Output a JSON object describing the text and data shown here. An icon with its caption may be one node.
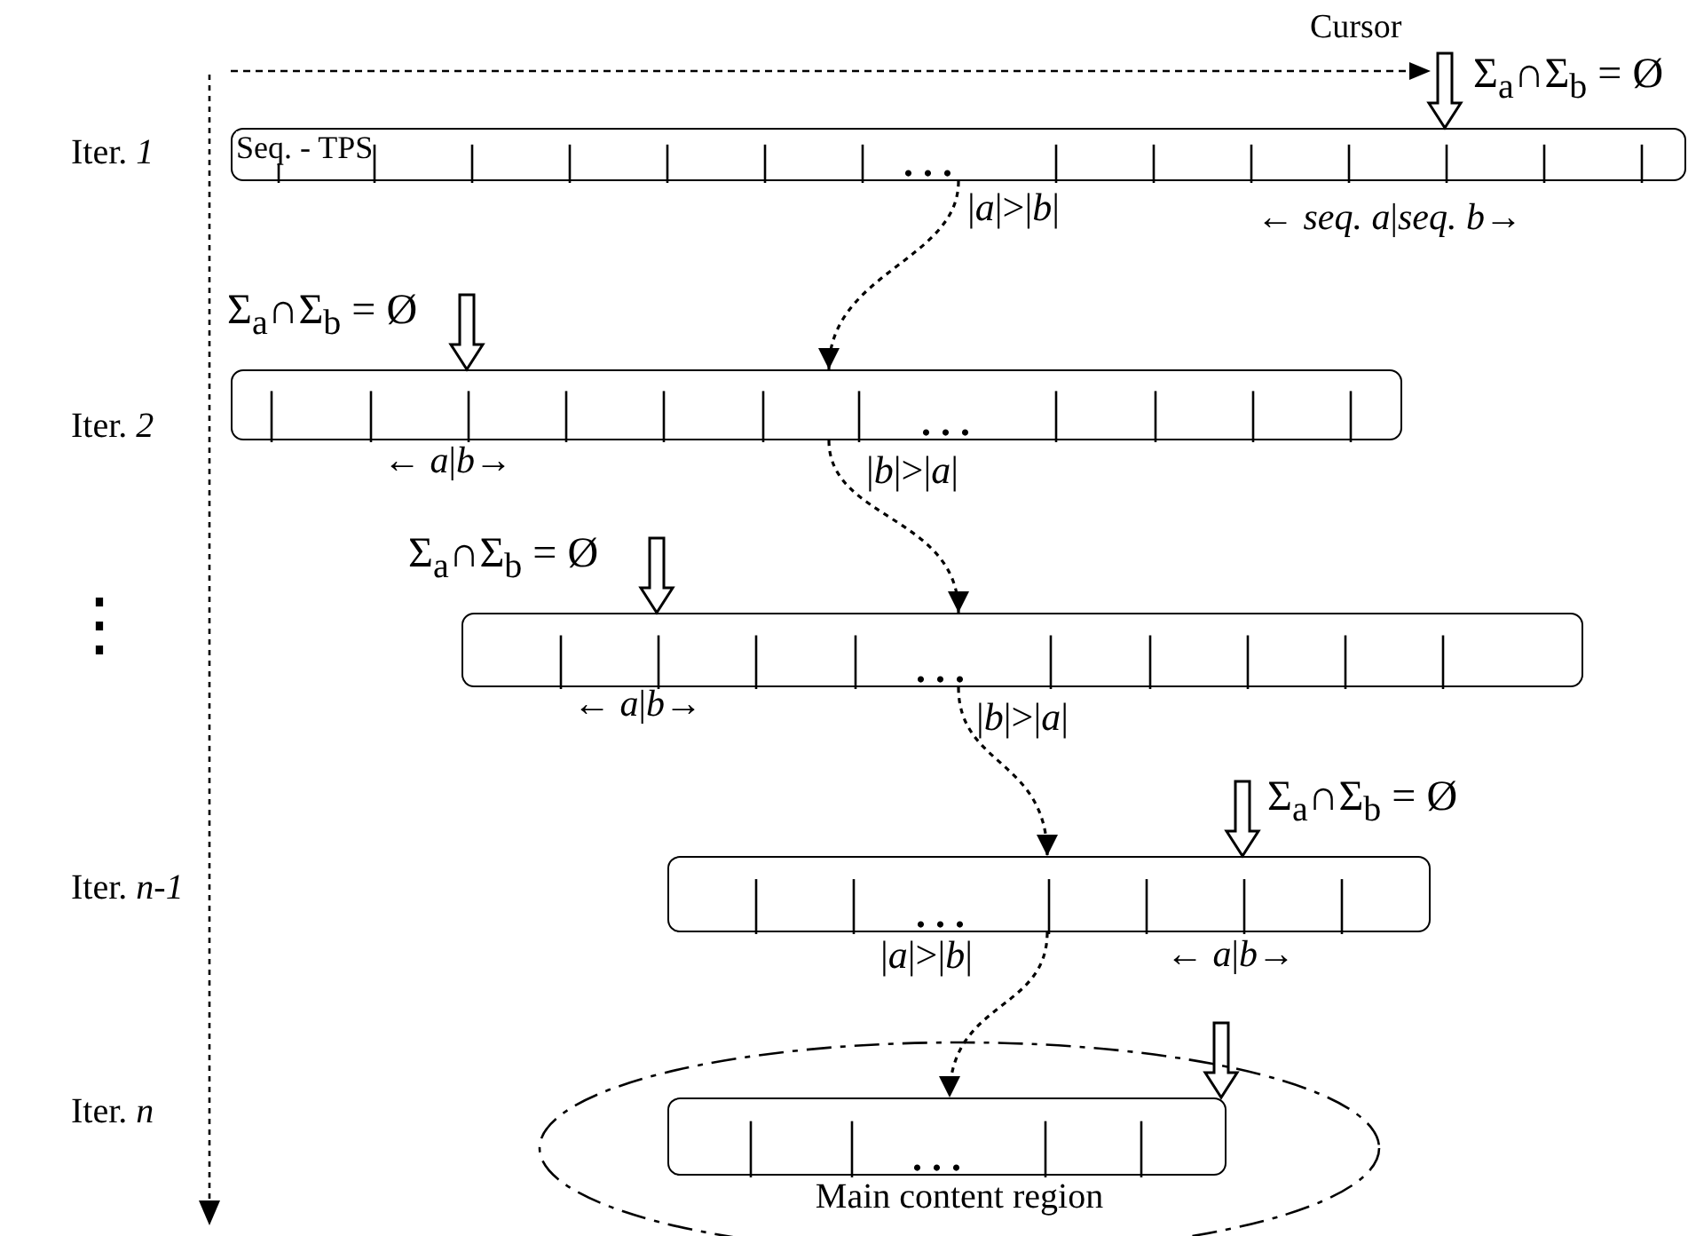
{
  "diagram": {
    "nodes": [
      {
        "text": [
          "Seq. - TPS",
          ". . ."
        ]
      },
      {
        "text": [
          ". . ."
        ]
      },
      {
        "text": [
          ". . ."
        ]
      },
      {
        "text": [
          ". . ."
        ]
      },
      {
        "text": [
          "Main content region"
        ]
      },
      {
        "text": [
          ". . ."
        ],
        "in": 4
      }
    ],
    "edges": [
      {
        "from": 0,
        "to": 1,
        "arrow": "to",
        "style": "dashed"
      },
      {
        "from": 1,
        "to": 2,
        "arrow": "to",
        "style": "dashed"
      },
      {
        "from": 2,
        "to": 3,
        "arrow": "to",
        "style": "dashed"
      },
      {
        "from": 3,
        "to": 5,
        "arrow": "to",
        "style": "dashed"
      },
      {
        "from": null,
        "to": 0,
        "arrow": "to"
      },
      {
        "from": null,
        "to": 1,
        "arrow": "to"
      },
      {
        "from": null,
        "to": 2,
        "arrow": "to"
      },
      {
        "from": null,
        "to": 3,
        "arrow": "to"
      },
      {
        "from": null,
        "to": 5,
        "arrow": "to"
      }
    ],
    "labels": [
      "Cursor",
      "Σ$_{a}$∩Σ$_{b}$ = Ø",
      "Iter. *1*",
      "|*a*|>|*b*|",
      "← *seq. a*|*seq. b*→",
      "Σ$_{a}$∩Σ$_{b}$ = Ø",
      "Iter. *2*",
      "← *a*|*b*→",
      "|*b*|>|*a*|",
      "Σ$_{a}$∩Σ$_{b}$ = Ø",
      "⋮",
      "← *a*|*b*→",
      "|*b*|>|*a*|",
      "Σ$_{a}$∩Σ$_{b}$ = Ø",
      "Iter. *n-1*",
      "|*a*|>|*b*|",
      "← *a*|*b*→",
      "Iter. *n*"
    ]
  }
}
